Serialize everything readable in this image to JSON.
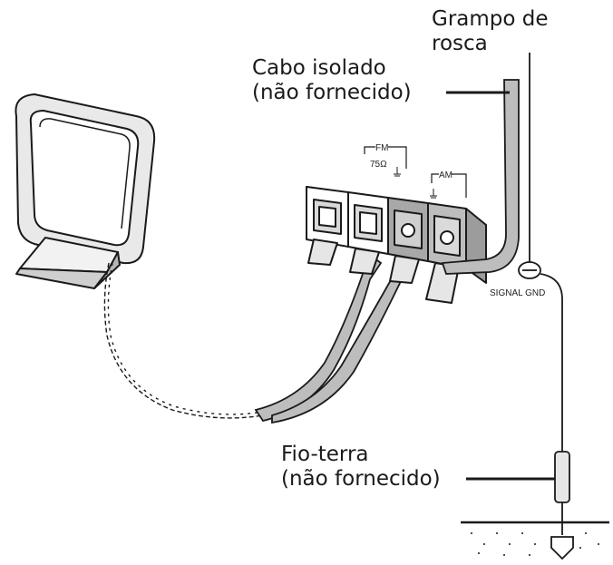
{
  "labels": {
    "clamp_line1": "Grampo de",
    "clamp_line2": "rosca",
    "cable_line1": "Cabo isolado",
    "cable_line2": "(não fornecido)",
    "ground_line1": "Fio-terra",
    "ground_line2": "(não fornecido)",
    "fm": "FM",
    "ohm": "75Ω",
    "am": "AM",
    "signal_gnd": "SIGNAL GND"
  },
  "colors": {
    "line": "#1a1a1a",
    "cable_fill": "#bdbdbd",
    "terminal_gray": "#cfcfcf",
    "terminal_dark": "#a8a8a8"
  }
}
